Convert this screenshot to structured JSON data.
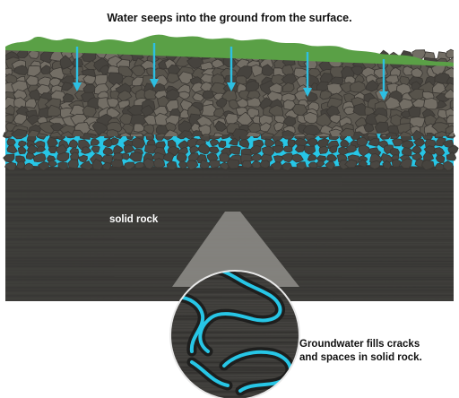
{
  "captions": {
    "surface": "Water seeps into the ground from the surface.",
    "rock": "solid rock",
    "groundwater_line1": "Groundwater fills cracks",
    "groundwater_line2": "and spaces in solid rock."
  },
  "colors": {
    "grass": "#5aa046",
    "soil": "#5e5a52",
    "stone_dark": "#46433e",
    "stone_light": "#736e65",
    "rock": "#3c3b38",
    "rock_deep": "#333230",
    "water": "#27c6e6",
    "arrow": "#2dbfe2",
    "cone": "#8f8e8a",
    "magnifier_border": "#e8e8e8"
  },
  "icons": {
    "arrow": "down-arrow-icon",
    "magnifier": "magnifier-circle-icon"
  }
}
